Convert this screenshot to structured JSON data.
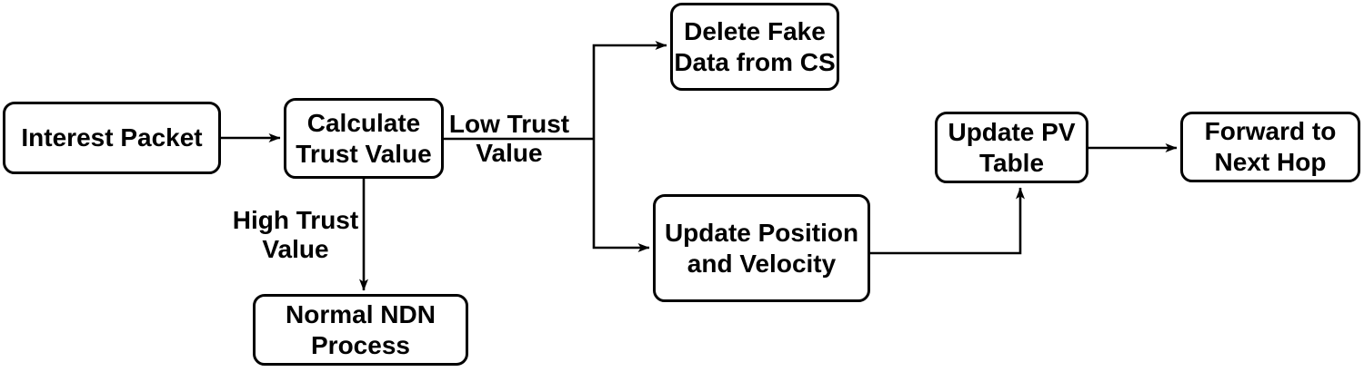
{
  "diagram": {
    "title": "NDN trust-based interest packet processing flowchart",
    "colors": {
      "node_border": "#000000",
      "node_fill": "#ffffff",
      "text": "#000000",
      "connector": "#000000"
    },
    "nodes": {
      "interest_packet": {
        "label": "Interest Packet"
      },
      "calculate_trust_value": {
        "label": "Calculate\nTrust Value"
      },
      "delete_fake_data": {
        "label": "Delete Fake\nData from CS"
      },
      "update_position_velocity": {
        "label": "Update Position\nand Velocity"
      },
      "normal_ndn_process": {
        "label": "Normal NDN\nProcess"
      },
      "update_pv_table": {
        "label": "Update PV\nTable"
      },
      "forward_next_hop": {
        "label": "Forward to\nNext Hop"
      }
    },
    "edge_labels": {
      "low_trust": {
        "label": "Low Trust\nValue"
      },
      "high_trust": {
        "label": "High Trust\nValue"
      }
    }
  }
}
